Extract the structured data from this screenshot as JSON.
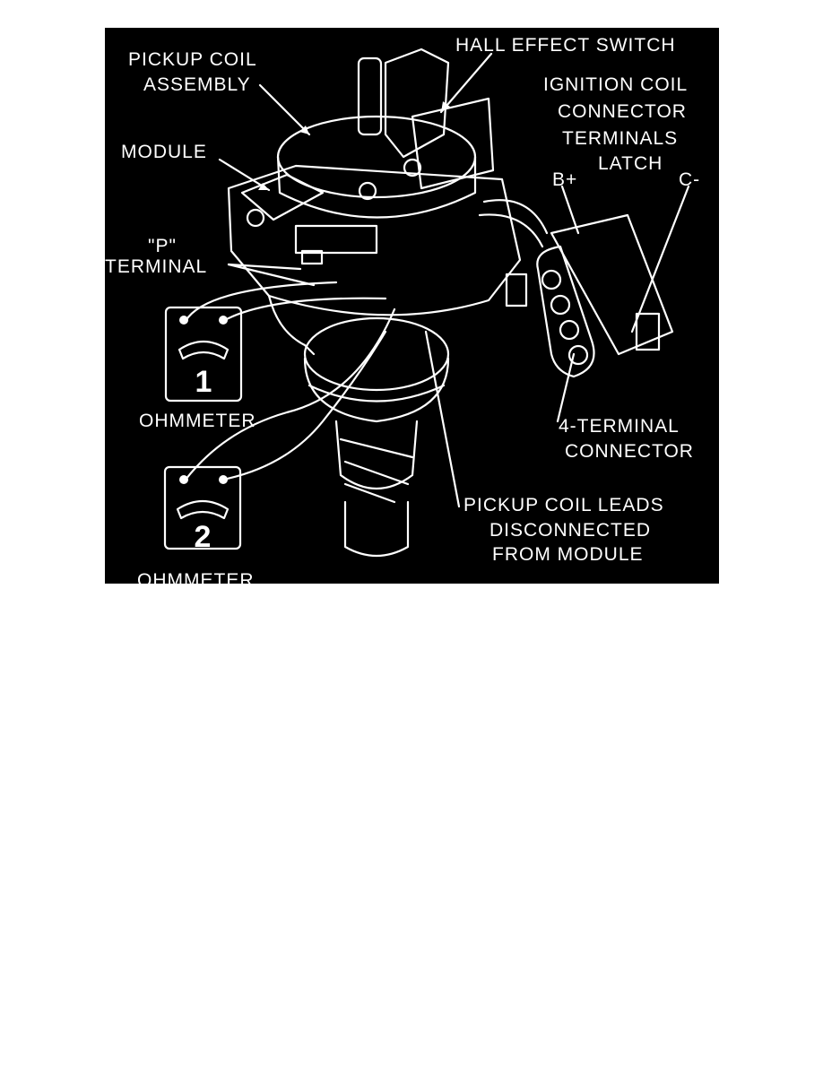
{
  "labels": {
    "hall_effect_switch": "HALL EFFECT SWITCH",
    "pickup_coil_assembly": [
      "PICKUP COIL",
      "ASSEMBLY"
    ],
    "ignition_coil_connector": [
      "IGNITION COIL",
      "CONNECTOR",
      "TERMINALS",
      "LATCH"
    ],
    "module": "MODULE",
    "b_plus": "B+",
    "c_minus": "C-",
    "p_terminal": [
      "\"P\"",
      "TERMINAL"
    ],
    "four_terminal_connector": [
      "4-TERMINAL",
      "CONNECTOR"
    ],
    "pickup_coil_leads": [
      "PICKUP COIL LEADS",
      "DISCONNECTED",
      "FROM MODULE"
    ]
  },
  "ohmmeters": [
    {
      "number": "1",
      "label": "OHMMETER"
    },
    {
      "number": "2",
      "label": "OHMMETER"
    }
  ],
  "colors": {
    "background": "#000000",
    "line": "#ffffff",
    "page": "#ffffff"
  }
}
